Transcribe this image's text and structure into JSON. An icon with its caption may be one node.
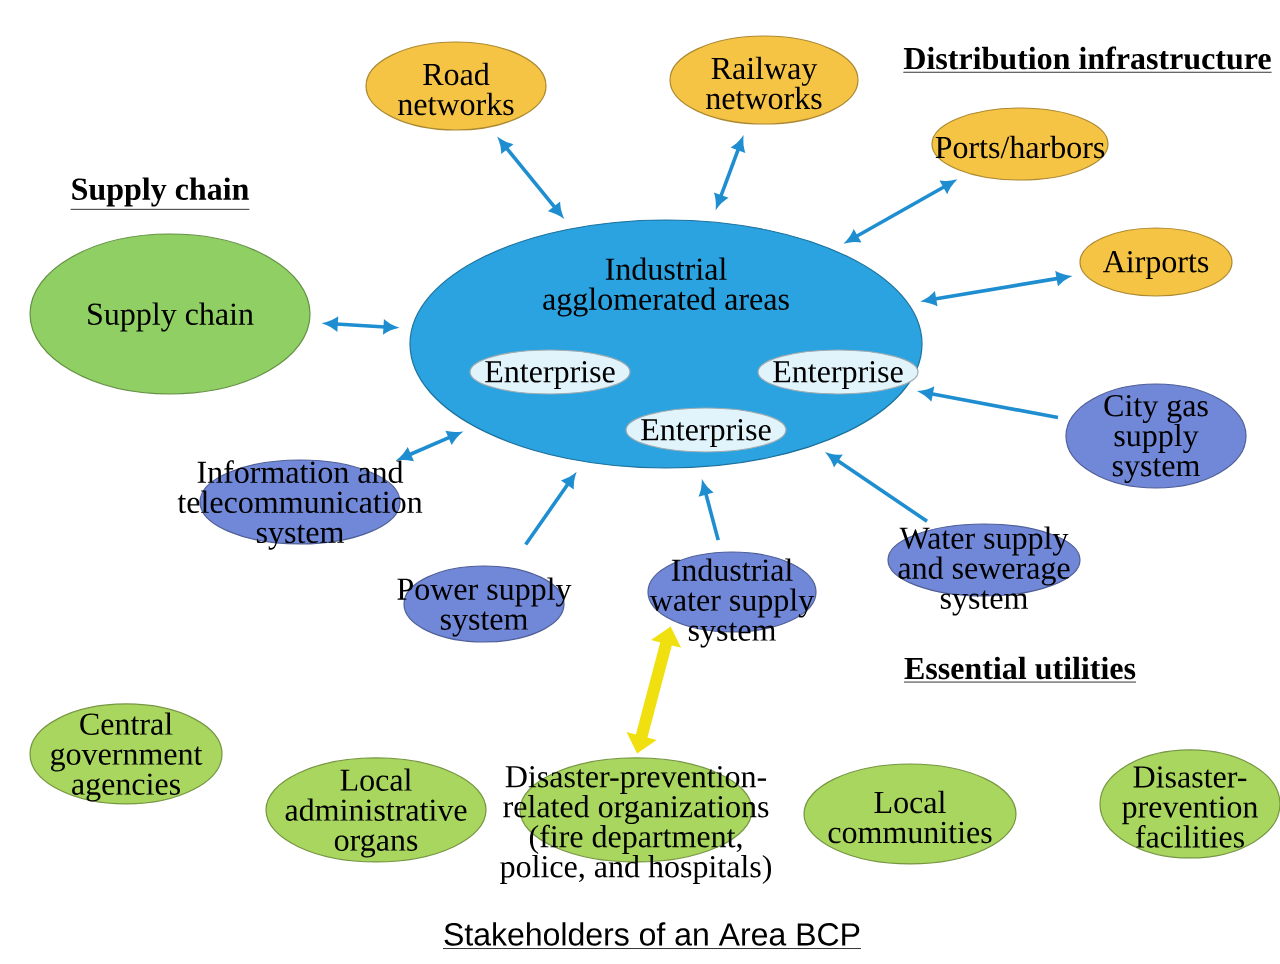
{
  "diagram": {
    "caption": "Stakeholders of an Area BCP",
    "nodes": [
      {
        "text": [
          "Industrial agglomerated areas"
        ]
      },
      {
        "text": [
          "Enterprise"
        ],
        "in": 0
      },
      {
        "text": [
          "Enterprise"
        ],
        "in": 0
      },
      {
        "text": [
          "Enterprise"
        ],
        "in": 0
      },
      {
        "text": [
          "Road networks"
        ]
      },
      {
        "text": [
          "Railway networks"
        ]
      },
      {
        "text": [
          "Ports/harbors"
        ]
      },
      {
        "text": [
          "Airports"
        ]
      },
      {
        "text": [
          "Supply chain"
        ],
        "beside": [
          "Supply chain"
        ]
      },
      {
        "text": [
          "City gas supply system"
        ]
      },
      {
        "text": [
          "Water supply and sewerage system"
        ]
      },
      {
        "text": [
          "Industrial water supply system"
        ]
      },
      {
        "text": [
          "Power supply system"
        ]
      },
      {
        "text": [
          "Information and telecommunication system"
        ]
      },
      {
        "text": [
          "Central government agencies"
        ]
      },
      {
        "text": [
          "Local administrative organs"
        ]
      },
      {
        "text": [
          "Disaster-prevention-related organizations (fire department, police, and hospitals)"
        ]
      },
      {
        "text": [
          "Local communities"
        ]
      },
      {
        "text": [
          "Disaster-prevention facilities"
        ]
      }
    ],
    "edges": [
      {
        "from": 0,
        "to": 4,
        "arrow": "both"
      },
      {
        "from": 0,
        "to": 5,
        "arrow": "both"
      },
      {
        "from": 0,
        "to": 6,
        "arrow": "both"
      },
      {
        "from": 0,
        "to": 7,
        "arrow": "both"
      },
      {
        "from": 8,
        "to": 0,
        "arrow": "both"
      },
      {
        "from": 13,
        "to": 0,
        "arrow": "both"
      },
      {
        "from": 12,
        "to": 0,
        "arrow": "to"
      },
      {
        "from": 11,
        "to": 0,
        "arrow": "to"
      },
      {
        "from": 10,
        "to": 0,
        "arrow": "to"
      },
      {
        "from": 9,
        "to": 0,
        "arrow": "to"
      },
      {
        "from": 11,
        "to": 16,
        "arrow": "both",
        "style": "thick",
        "color": "#f0e010"
      }
    ],
    "labels": [
      "Distribution infrastructure",
      "Essential utilities"
    ]
  }
}
